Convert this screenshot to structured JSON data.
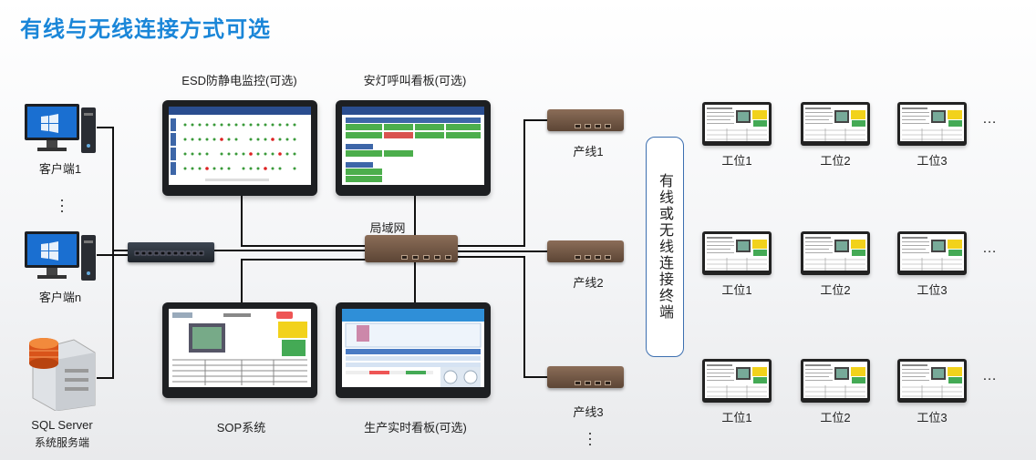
{
  "title": "有线与无线连接方式可选",
  "labels": {
    "client1": "客户端1",
    "clientn": "客户端n",
    "sql1": "SQL  Server",
    "sql2": "系统服务端",
    "esd": "ESD防静电监控(可选)",
    "andon": "安灯呼叫看板(可选)",
    "lan": "局域网",
    "sop": "SOP系统",
    "realtime": "生产实时看板(可选)",
    "line1": "产线1",
    "line2": "产线2",
    "line3": "产线3",
    "wired_wireless": "有线或无线连接终端",
    "vdots": "⋮",
    "hdots": "…"
  },
  "stations": [
    [
      "工位1",
      "工位2",
      "工位3"
    ],
    [
      "工位1",
      "工位2",
      "工位3"
    ],
    [
      "工位1",
      "工位2",
      "工位3"
    ]
  ],
  "colors": {
    "title": "#1a86d8",
    "wire": "#111111",
    "router": "#6f5442",
    "box_border": "#3c6fb0"
  },
  "icons": [
    "desktop-computer-icon",
    "server-icon",
    "network-switch-icon",
    "router-icon",
    "monitor-icon"
  ]
}
